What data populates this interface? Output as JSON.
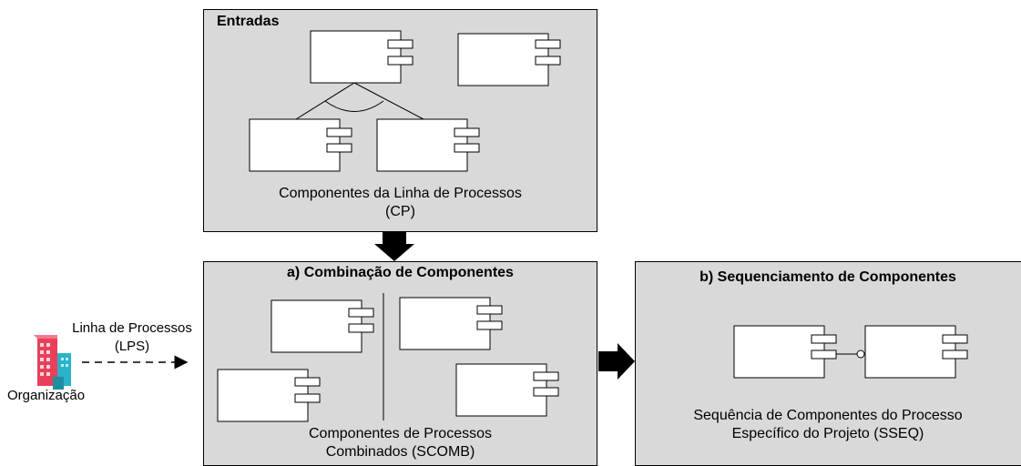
{
  "top_panel": {
    "title": "Entradas",
    "caption_line1": "Componentes da Linha de Processos",
    "caption_line2": "(CP)"
  },
  "panel_a": {
    "title": "a) Combinação de Componentes",
    "caption_line1": "Componentes de Processos",
    "caption_line2": "Combinados (SCOMB)"
  },
  "panel_b": {
    "title": "b) Sequenciamento de Componentes",
    "caption_line1": "Sequência de Componentes do Processo",
    "caption_line2": "Específico do Projeto (SSEQ)"
  },
  "left": {
    "edge_label_line1": "Linha de Processos",
    "edge_label_line2": "(LPS)",
    "actor_label": "Organização"
  },
  "colors": {
    "panel_fill": "#d9d9d9",
    "building_red": "#e8405a",
    "building_cyan": "#2ab3c8"
  }
}
